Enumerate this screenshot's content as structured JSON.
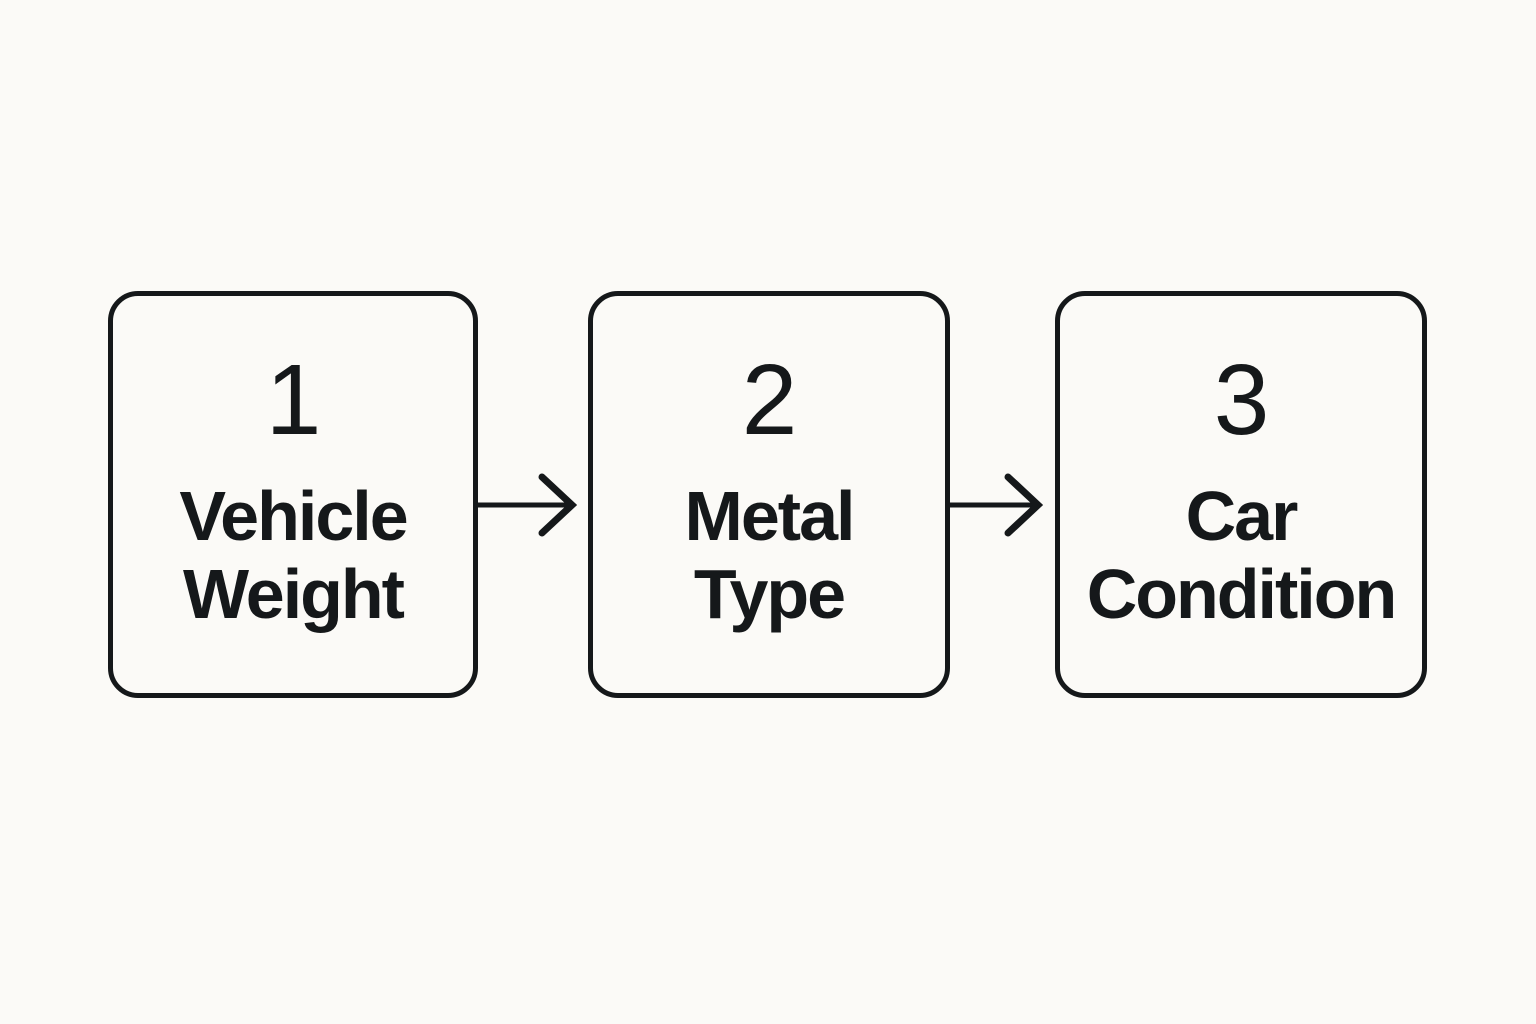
{
  "diagram": {
    "type": "horizontal-process-flow",
    "background_color": "#fbfaf7",
    "stroke_color": "#15181a",
    "steps": [
      {
        "number": "1",
        "label_lines": [
          "Vehicle",
          "Weight"
        ],
        "label_text": "Vehicle Weight"
      },
      {
        "number": "2",
        "label_lines": [
          "Metal",
          "Type"
        ],
        "label_text": "Metal Type"
      },
      {
        "number": "3",
        "label_lines": [
          "Car",
          "Condition"
        ],
        "label_text": "Car Condition"
      }
    ],
    "connectors": [
      {
        "name": "arrow-right-icon",
        "from": "1",
        "to": "2"
      },
      {
        "name": "arrow-right-icon",
        "from": "2",
        "to": "3"
      }
    ]
  }
}
